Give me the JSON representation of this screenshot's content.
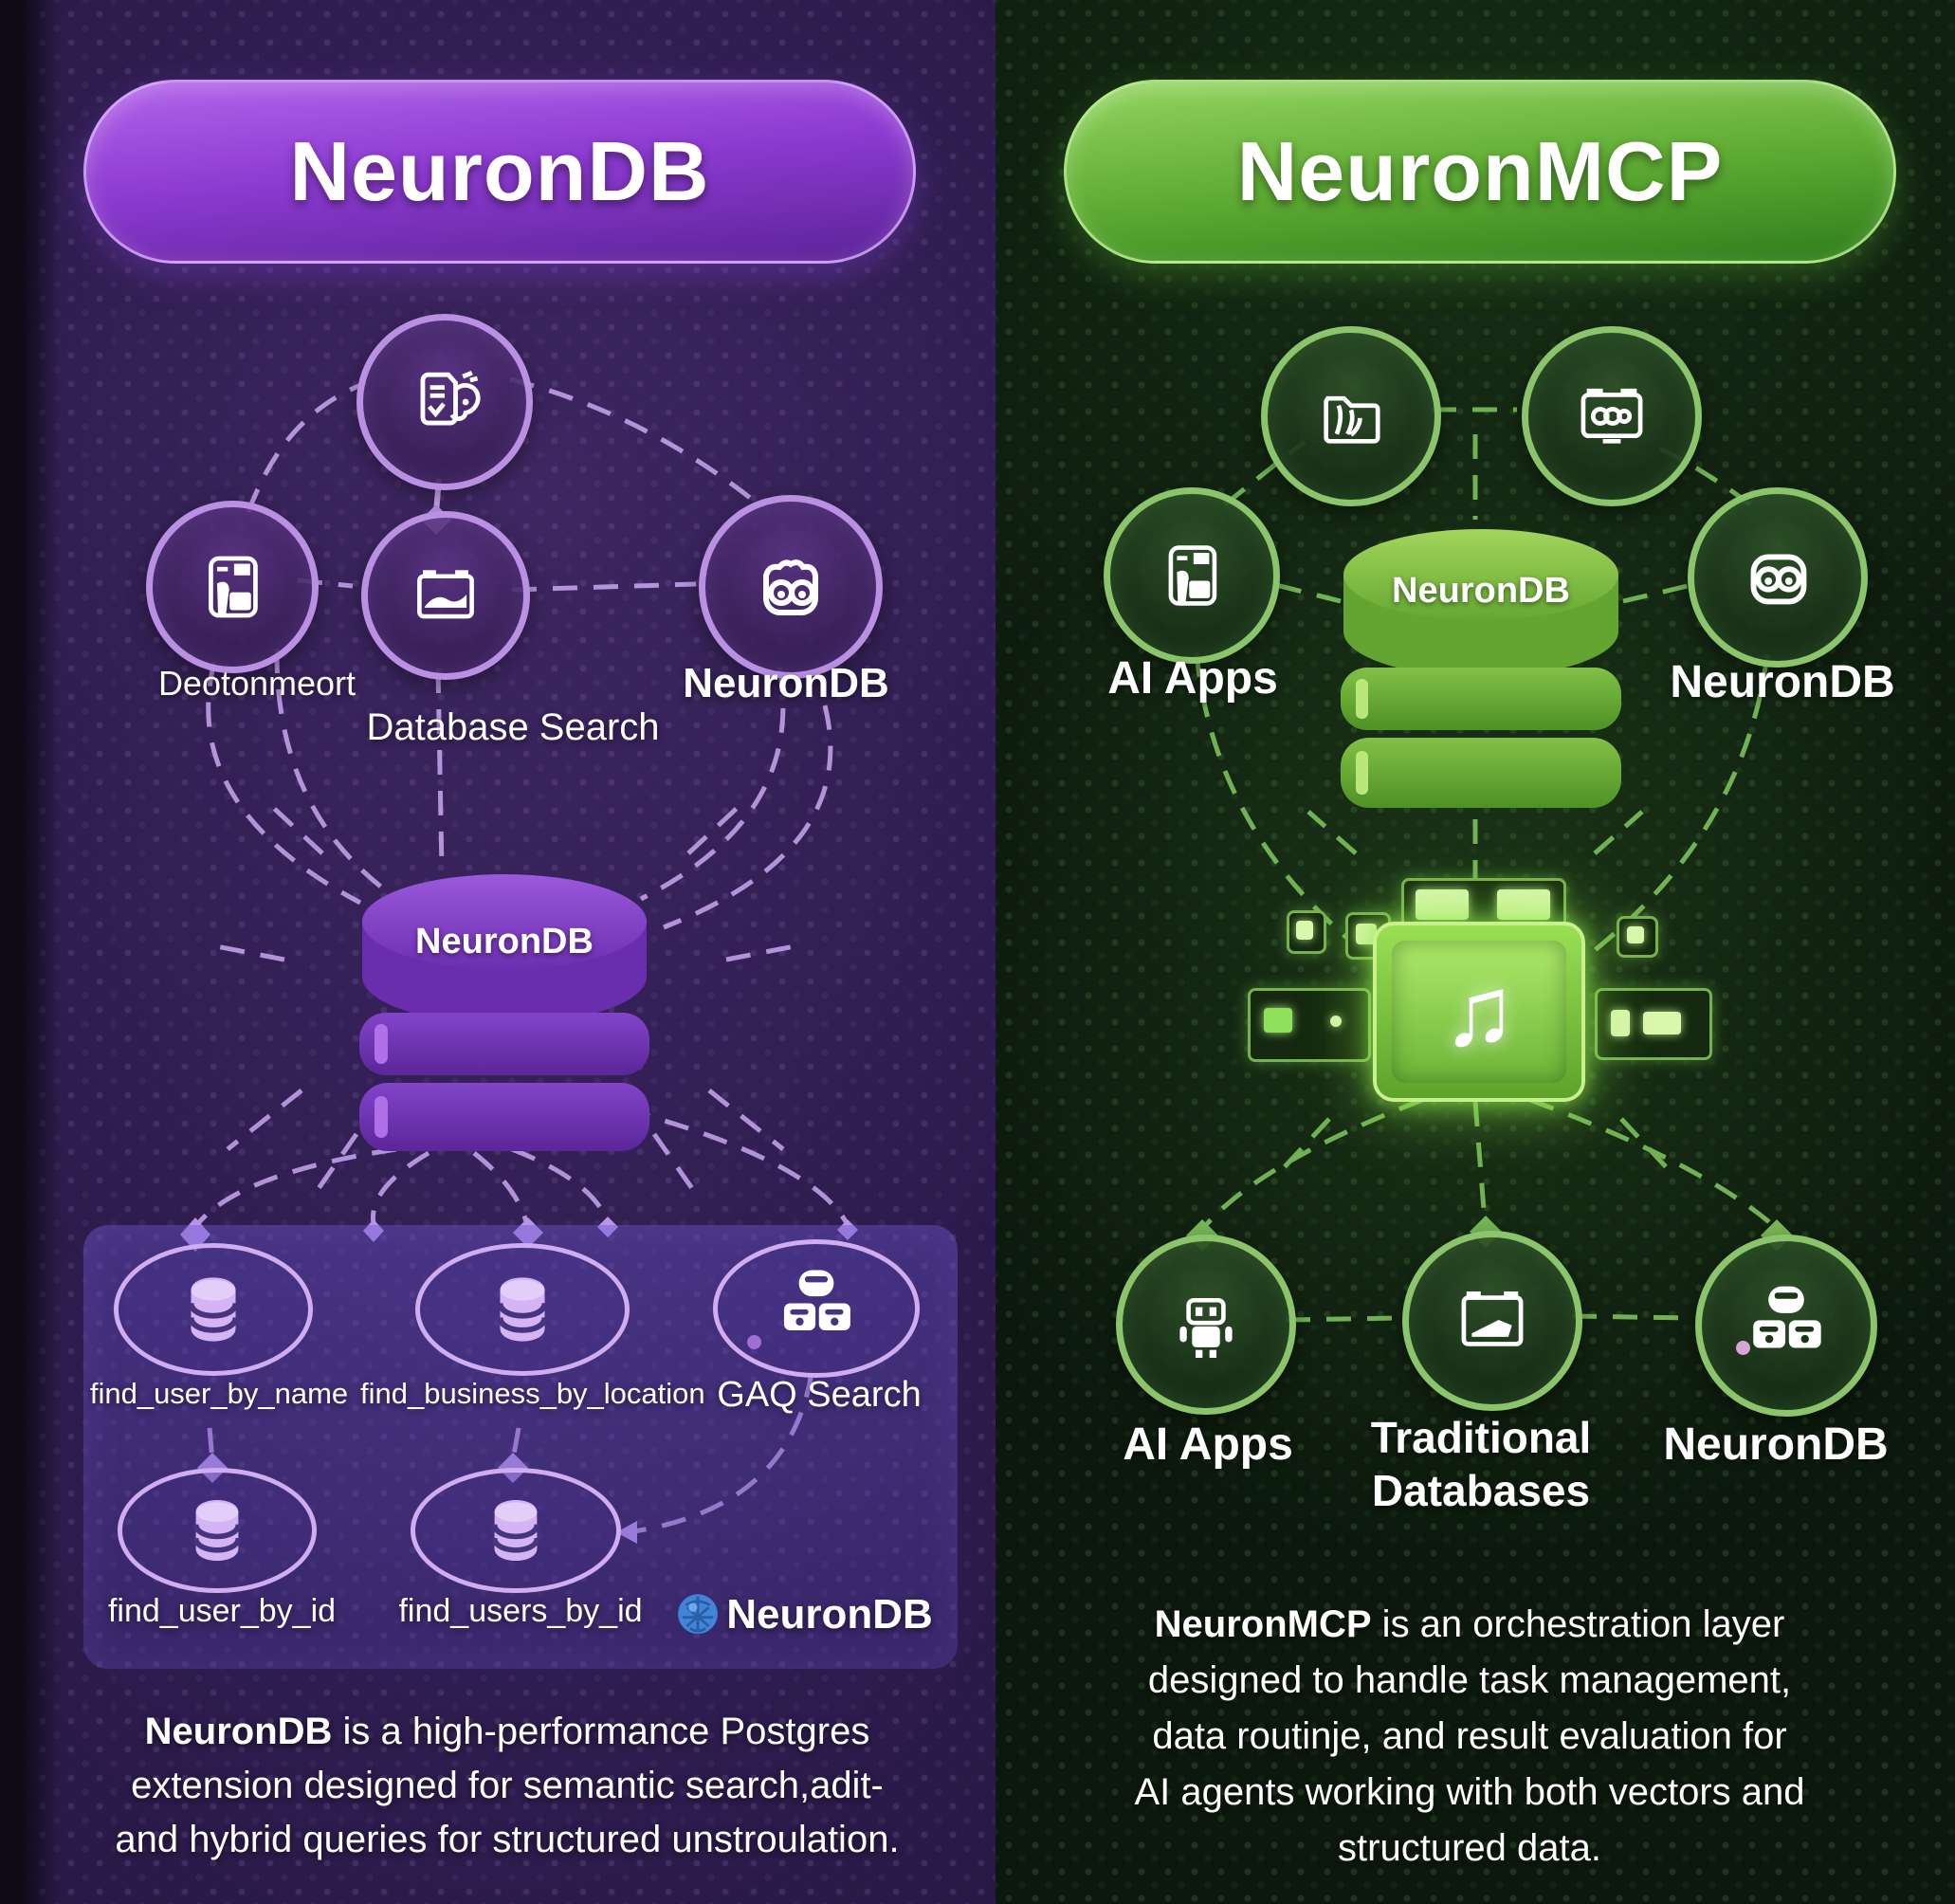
{
  "left_panel": {
    "title": "NeuronDB",
    "top_nodes": {
      "docs": {
        "icon": "documents-icon"
      },
      "deployment": {
        "icon": "machine-icon",
        "label": "Deotonmeort"
      },
      "database_search": {
        "icon": "screen-wave-icon",
        "label": "Database Search"
      },
      "neurondb": {
        "icon": "owl-mask-icon",
        "label": "NeuronDB"
      }
    },
    "cylinder": {
      "label": "NeuronDB"
    },
    "tools": [
      {
        "label": "find_user_by_name",
        "icon": "database-icon"
      },
      {
        "label": "find_business_by_location",
        "icon": "database-icon"
      },
      {
        "label": "GAQ Search",
        "icon": "containers-icon"
      },
      {
        "label": "find_user_by_id",
        "icon": "database-icon"
      },
      {
        "label": "find_users_by_id",
        "icon": "database-icon"
      }
    ],
    "brand": {
      "icon": "neurondb-logo",
      "label": "NeuronDB"
    },
    "description": {
      "lead": "NeuronDB",
      "line1": " is a high-performance Postgres",
      "line2": "extension designed for semantic search,adit-",
      "line3": "and hybrid queries for structured unstroulation."
    }
  },
  "right_panel": {
    "title": "NeuronMCP",
    "top_nodes": {
      "folder": {
        "icon": "folder-icon"
      },
      "screen": {
        "icon": "screen-gears-icon"
      },
      "ai_apps": {
        "icon": "machine-icon",
        "label": "AI Apps"
      },
      "neurondb": {
        "icon": "owl-mask-icon",
        "label": "NeuronDB"
      }
    },
    "cylinder": {
      "label": "NeuronDB"
    },
    "orchestrator": {
      "icon": "music-chip-icon",
      "glyph": "♫"
    },
    "bottom_nodes": [
      {
        "label": "AI Apps",
        "icon": "robot-icon"
      },
      {
        "label": "Traditional Databases",
        "icon": "screen-flag-icon"
      },
      {
        "label": "NeuronDB",
        "icon": "containers-icon"
      }
    ],
    "description": {
      "lead": "NeuronMCP",
      "line1": " is an orchestration layer",
      "line2": "designed to handle task management,",
      "line3": "data routinje, and result evaluation for",
      "line4": "AI agents working with both vectors and",
      "line5": "structured data."
    }
  },
  "colors": {
    "purple_accent": "#b48de6",
    "green_accent": "#7cc05c",
    "logo_blue": "#4285d8",
    "pink_dot": "#d9a6d4"
  }
}
